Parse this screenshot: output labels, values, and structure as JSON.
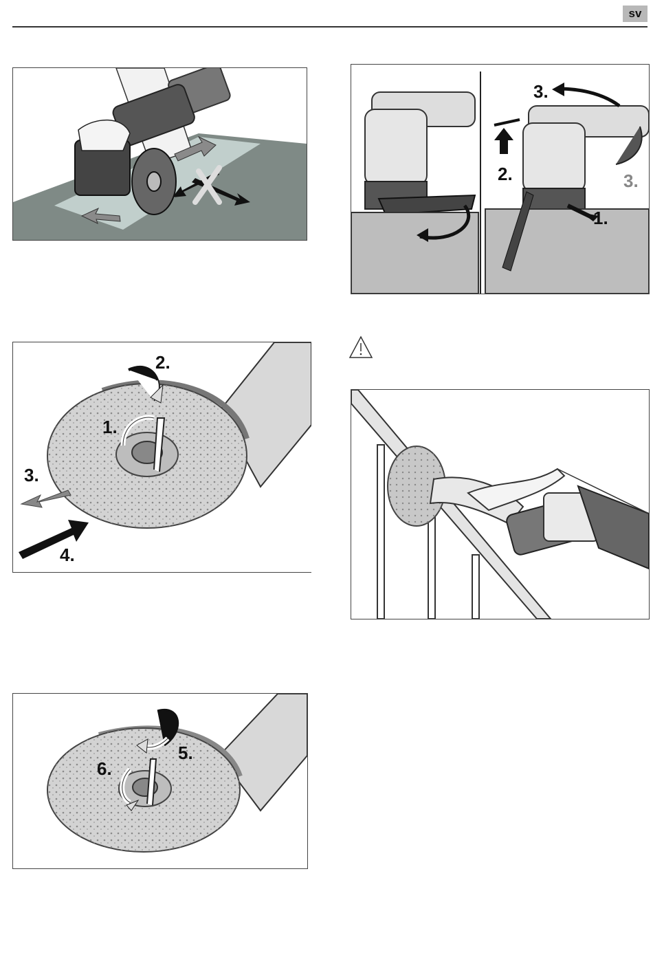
{
  "header": {
    "language": "sv"
  },
  "figures": {
    "brush_wheel": {
      "description_icon": "prohibited-sideways-motion"
    },
    "lever_adjust": {
      "step1": "1.",
      "step2": "2.",
      "step3a": "3.",
      "step3b": "3."
    },
    "disc_mount": {
      "step1": "1.",
      "step2": "2.",
      "step3": "3.",
      "step4": "4."
    },
    "disc_lock": {
      "step5": "5.",
      "step6": "6."
    }
  },
  "warning": {
    "icon": "warning-triangle-icon"
  }
}
